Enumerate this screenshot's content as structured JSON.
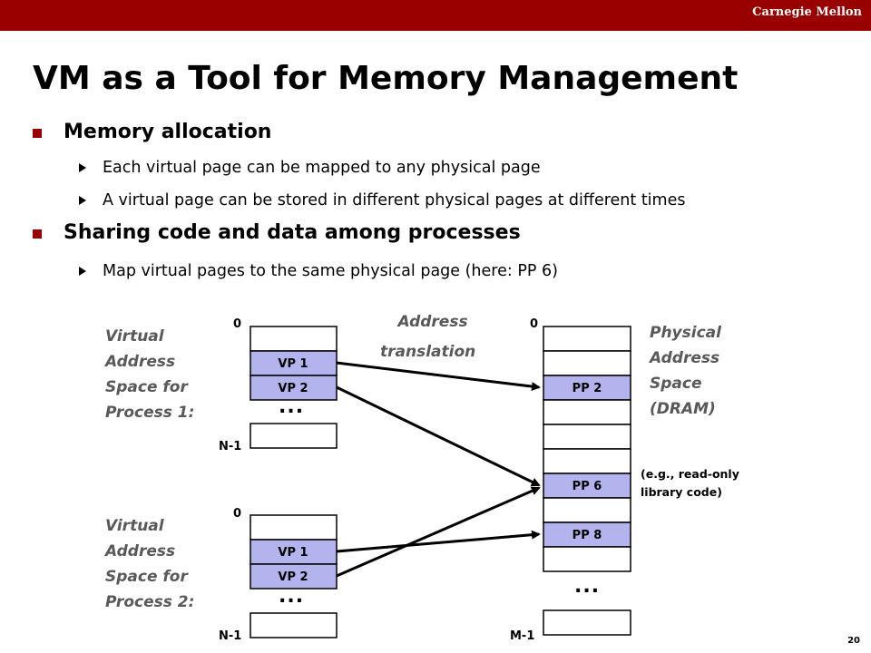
{
  "header": {
    "brand": "Carnegie Mellon",
    "page_number": "20"
  },
  "title": "VM as a Tool for Memory Management",
  "bullets": [
    {
      "text": "Memory allocation",
      "sub": [
        "Each virtual page can be mapped to any physical page",
        "A virtual page can be stored in different physical pages at different times"
      ]
    },
    {
      "text": "Sharing code and data among processes",
      "sub": [
        "Map virtual pages to the same physical page (here: PP 6)"
      ]
    }
  ],
  "diagram": {
    "address_translation": [
      "Address",
      "translation"
    ],
    "process1": {
      "label": [
        "Virtual",
        "Address",
        "Space for",
        "Process 1:"
      ],
      "top": "0",
      "bottom": "N-1",
      "pages": [
        "VP 1",
        "VP 2"
      ],
      "ellipsis": "..."
    },
    "process2": {
      "label": [
        "Virtual",
        "Address",
        "Space for",
        "Process 2:"
      ],
      "top": "0",
      "bottom": "N-1",
      "pages": [
        "VP 1",
        "VP 2"
      ],
      "ellipsis": "..."
    },
    "physical": {
      "label": [
        "Physical",
        "Address",
        "Space",
        "(DRAM)"
      ],
      "top": "0",
      "bottom": "M-1",
      "pages": [
        "PP 2",
        "PP 6",
        "PP 8"
      ],
      "ellipsis": "...",
      "note": [
        "(e.g., read-only",
        "library code)"
      ]
    }
  },
  "colors": {
    "accent": "#990000",
    "page_fill": "#b3b3ee",
    "label_gray": "#595959"
  }
}
